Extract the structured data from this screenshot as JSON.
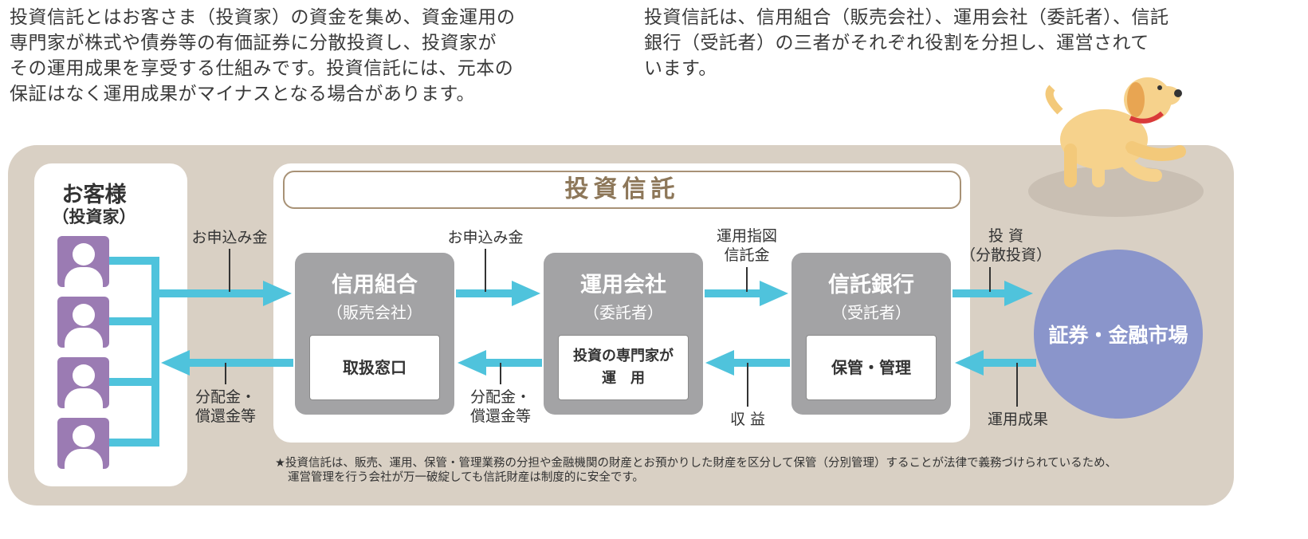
{
  "intro_left": [
    "投資信託とはお客さま（投資家）の資金を集め、資金運用の",
    "専門家が株式や債券等の有価証券に分散投資し、投資家が",
    "その運用成果を享受する仕組みです。投資信託には、元本の",
    "保証はなく運用成果がマイナスとなる場合があります。"
  ],
  "intro_right": [
    "投資信託は、信用組合（販売会社）、運用会社（委託者）、信託",
    "銀行（受託者）の三者がそれぞれ役割を分担し、運営されて",
    "います。"
  ],
  "customer": {
    "title": "お客様",
    "subtitle": "（投資家）"
  },
  "trust_title": "投資信託",
  "boxes": [
    {
      "title": "信用組合",
      "subtitle": "（販売会社）",
      "role": "取扱窓口"
    },
    {
      "title": "運用会社",
      "subtitle": "（委託者）",
      "role": "投資の専門家が\n運　用"
    },
    {
      "title": "信託銀行",
      "subtitle": "（受託者）",
      "role": "保管・管理"
    }
  ],
  "market": "証券・金融市場",
  "flows": {
    "apply1": "お申込み金",
    "apply2": "お申込み金",
    "instruct": "運用指図\n信託金",
    "invest": "投 資\n（分散投資）",
    "dist1": "分配金・\n償還金等",
    "dist2": "分配金・\n償還金等",
    "profit": "収 益",
    "result": "運用成果"
  },
  "note": [
    "★投資信託は、販売、運用、保管・管理業務の分担や金融機関の財産とお預かりした財産を区分して保管（分別管理）することが法律で義務づけられているため、",
    "運営管理を行う会社が万一破綻しても信託財産は制度的に安全です。"
  ],
  "colors": {
    "arrow": "#4fc3dc",
    "person": "#9b7bb3",
    "market": "#8a95cb",
    "box": "#a3a3a5",
    "bg": "#d9d0c4"
  }
}
